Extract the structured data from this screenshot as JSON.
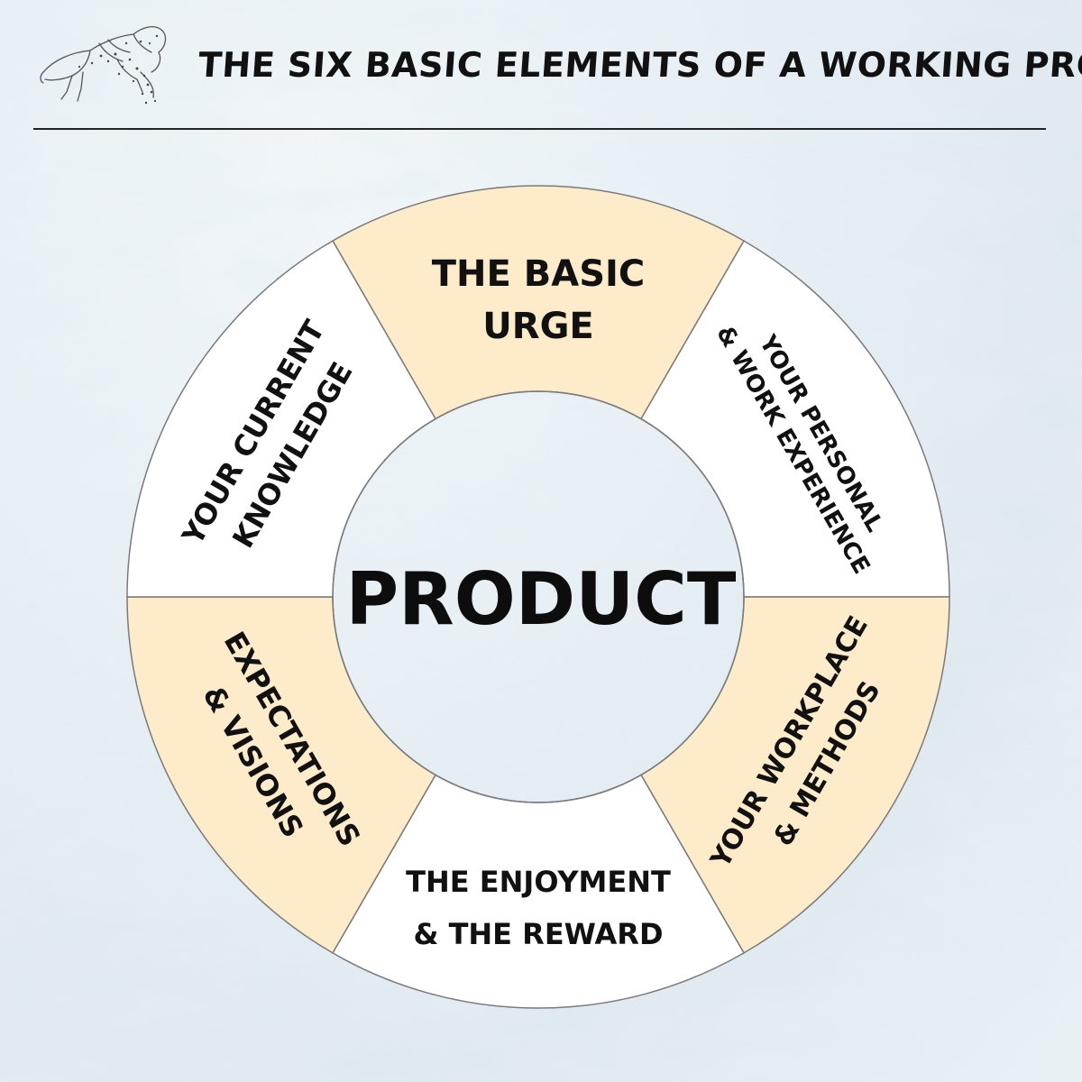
{
  "title": "THE SIX BASIC ELEMENTS OF A WORKING PRODUCT",
  "logo": {
    "icon": "lion-sketch-icon"
  },
  "center": {
    "label": "PRODUCT"
  },
  "segments": [
    {
      "id": "basic-urge",
      "lines": [
        "THE BASIC",
        "URGE"
      ],
      "fill": "#fdebc9"
    },
    {
      "id": "personal-work-experience",
      "lines": [
        "YOUR PERSONAL",
        "& WORK EXPERIENCE"
      ],
      "fill": "#ffffff"
    },
    {
      "id": "workplace-methods",
      "lines": [
        "YOUR WORKPLACE",
        "& METHODS"
      ],
      "fill": "#fdebc9"
    },
    {
      "id": "enjoyment-reward",
      "lines": [
        "THE ENJOYMENT",
        "& THE REWARD"
      ],
      "fill": "#ffffff"
    },
    {
      "id": "expectations-visions",
      "lines": [
        "EXPECTATIONS",
        "& VISIONS"
      ],
      "fill": "#fdebc9"
    },
    {
      "id": "current-knowledge",
      "lines": [
        "YOUR CURRENT",
        "KNOWLEDGE"
      ],
      "fill": "#ffffff"
    }
  ],
  "colors": {
    "accent_fill": "#fdebc9",
    "plain_fill": "#ffffff",
    "stroke": "#7a7a7a",
    "text": "#111111"
  }
}
